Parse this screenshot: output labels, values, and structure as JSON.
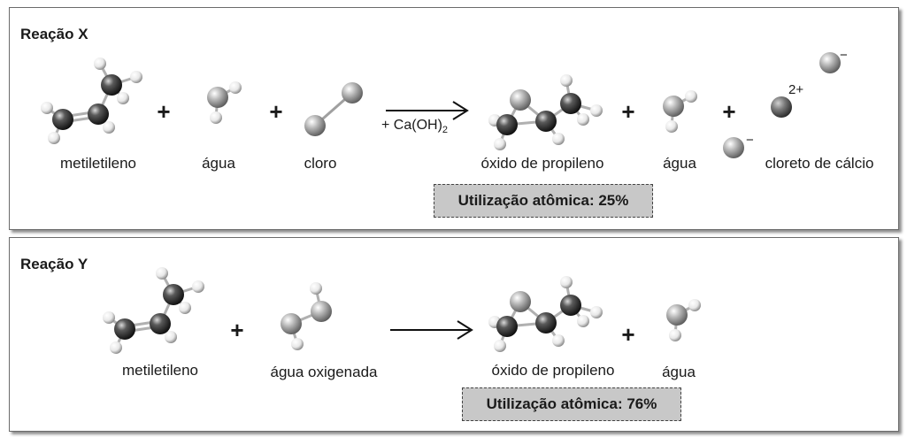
{
  "reaction_x": {
    "title": "Reação X",
    "labels": {
      "metiletileno": "metiletileno",
      "agua1": "água",
      "cloro": "cloro",
      "oxido": "óxido de propileno",
      "agua2": "água",
      "cloreto": "cloreto de cálcio"
    },
    "reagent": "+ Ca(OH)",
    "reagent_sub": "2",
    "ion_calcium": "2+",
    "ion_chloride": "−",
    "plus": "+",
    "utilization": "Utilização atômica: 25%"
  },
  "reaction_y": {
    "title": "Reação Y",
    "labels": {
      "metiletileno": "metiletileno",
      "agua_oxigenada": "água oxigenada",
      "oxido": "óxido de propileno",
      "agua": "água"
    },
    "plus": "+",
    "utilization": "Utilização atômica: 76%"
  },
  "colors": {
    "carbon": "#2a2a2a",
    "oxygen_chlorine": "#9a9a9a",
    "hydrogen": "#ececec",
    "box_fill": "#c8c8c8"
  }
}
